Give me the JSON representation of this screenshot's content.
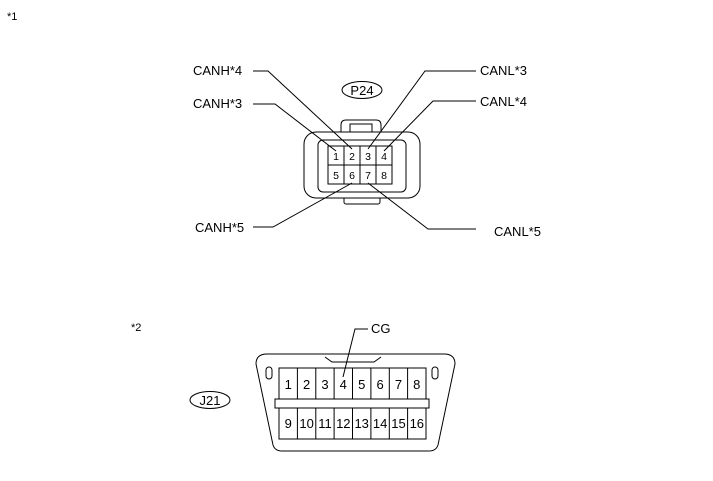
{
  "figure_markers": {
    "figure1": "*1",
    "figure2": "*2"
  },
  "connector_p24": {
    "id": "P24",
    "pins": [
      "1",
      "2",
      "3",
      "4",
      "5",
      "6",
      "7",
      "8"
    ],
    "callouts": {
      "canh4": "CANH*4",
      "canh3": "CANH*3",
      "canh5": "CANH*5",
      "canl3": "CANL*3",
      "canl4": "CANL*4",
      "canl5": "CANL*5"
    }
  },
  "connector_j21": {
    "id": "J21",
    "pins": [
      "1",
      "2",
      "3",
      "4",
      "5",
      "6",
      "7",
      "8",
      "9",
      "10",
      "11",
      "12",
      "13",
      "14",
      "15",
      "16"
    ],
    "callouts": {
      "cg": "CG"
    }
  }
}
